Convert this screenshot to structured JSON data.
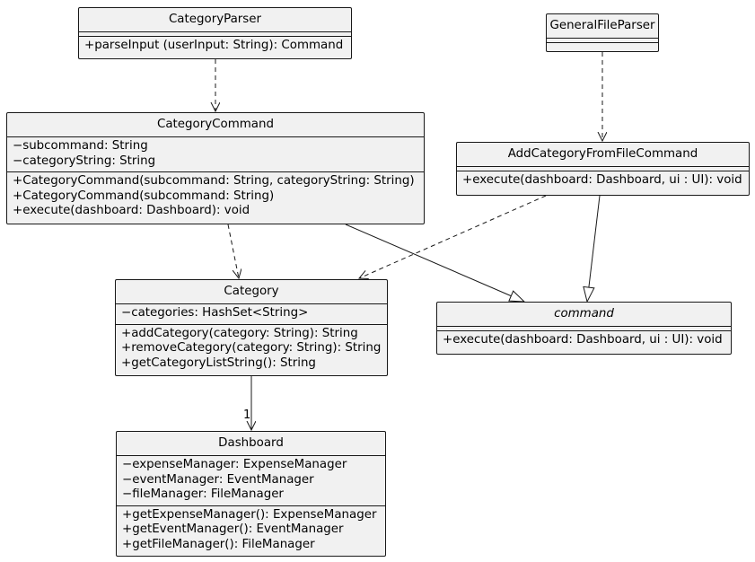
{
  "classes": {
    "category_parser": {
      "name": "CategoryParser",
      "methods": [
        "+parseInput (userInput: String): Command"
      ]
    },
    "general_file_parser": {
      "name": "GeneralFileParser"
    },
    "category_command": {
      "name": "CategoryCommand",
      "fields": [
        "−subcommand: String",
        "−categoryString: String"
      ],
      "methods": [
        "+CategoryCommand(subcommand: String, categoryString: String)",
        "+CategoryCommand(subcommand: String)",
        "+execute(dashboard: Dashboard): void"
      ]
    },
    "add_category_from_file_command": {
      "name": "AddCategoryFromFileCommand",
      "methods": [
        "+execute(dashboard: Dashboard, ui : UI): void"
      ]
    },
    "category": {
      "name": "Category",
      "fields": [
        "−categories: HashSet<String>"
      ],
      "methods": [
        "+addCategory(category: String): String",
        "+removeCategory(category: String): String",
        "+getCategoryListString(): String"
      ]
    },
    "command": {
      "name": "command",
      "methods": [
        "+execute(dashboard: Dashboard, ui : UI): void"
      ]
    },
    "dashboard": {
      "name": "Dashboard",
      "fields": [
        "−expenseManager: ExpenseManager",
        "−eventManager: EventManager",
        "−fileManager: FileManager"
      ],
      "methods": [
        "+getExpenseManager(): ExpenseManager",
        "+getEventManager(): EventManager",
        "+getFileManager(): FileManager"
      ]
    }
  },
  "multiplicity_label": "1"
}
